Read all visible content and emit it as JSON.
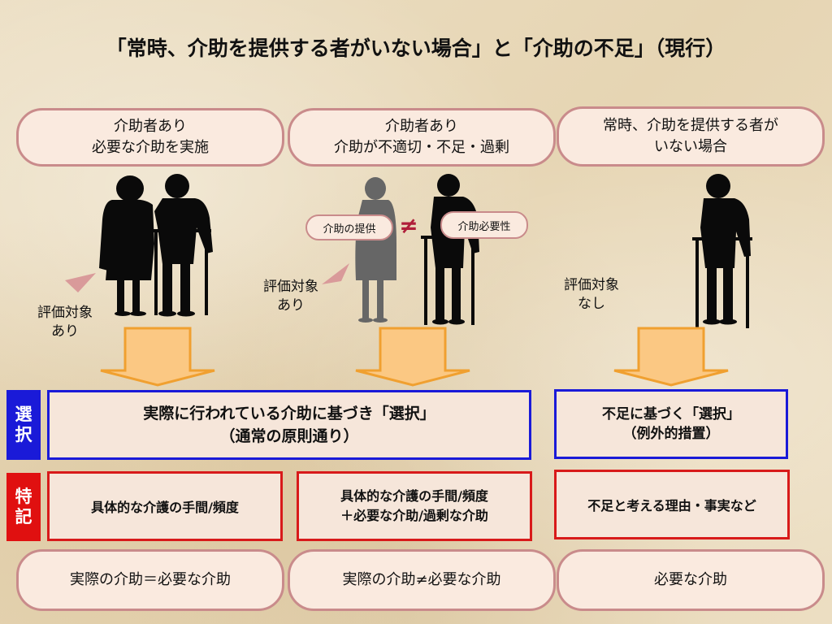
{
  "title": "「常時、介助を提供する者がいない場合」と「介助の不足」（現行）",
  "columns": [
    {
      "header": "介助者あり\n必要な介助を実施",
      "eval_label": "評価対象\nあり",
      "choice": "実際に行われている介助に基づき「選択」\n（通常の原則通り）",
      "note": "具体的な介護の手間/頻度",
      "result": "実際の介助＝必要な介助"
    },
    {
      "header": "介助者あり\n介助が不適切・不足・過剰",
      "eval_label": "評価対象\nあり",
      "bubble_provide": "介助の提供",
      "bubble_need": "介助必要性",
      "neq_symbol": "≠",
      "note": "具体的な介護の手間/頻度\n＋必要な介助/過剰な介助",
      "result": "実際の介助≠必要な介助"
    },
    {
      "header": "常時、介助を提供する者が\nいない場合",
      "eval_label": "評価対象\nなし",
      "choice": "不足に基づく「選択」\n（例外的措置）",
      "note": "不足と考える理由・事実など",
      "result": "必要な介助"
    }
  ],
  "tags": {
    "select": "選\n択",
    "special": "特\n記"
  },
  "colors": {
    "tag_blue": "#1a1ad8",
    "tag_red": "#e01010",
    "box_blue_border": "#1a1ad8",
    "box_red_border": "#d81a1a",
    "pill_border": "#c98b8b",
    "arrow_fill": "#fbc883",
    "arrow_stroke": "#f0a030",
    "silhouette": "#0a0a0a",
    "silhouette_grey": "#666666",
    "pointer": "#d99a9a",
    "neq": "#b01e3a"
  },
  "icons": [
    "elderly-with-walker-silhouette",
    "caregiver-silhouette",
    "down-arrow",
    "pointer-triangle"
  ]
}
